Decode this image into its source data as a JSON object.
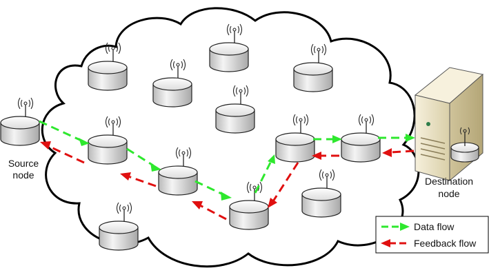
{
  "labels": {
    "source_line1": "Source",
    "source_line2": "node",
    "destination_line1": "Destination",
    "destination_line2": "node"
  },
  "legend": {
    "data_flow": "Data flow",
    "feedback_flow": "Feedback flow"
  },
  "colors": {
    "data_flow": "#2ee82e",
    "feedback_flow": "#e01010",
    "cloud_stroke": "#000000",
    "node_fill": "#e6e6e6",
    "server_body": "#efe6c8"
  },
  "icons": [
    "wireless-node-icon",
    "antenna-icon",
    "server-icon",
    "cloud-shape"
  ]
}
